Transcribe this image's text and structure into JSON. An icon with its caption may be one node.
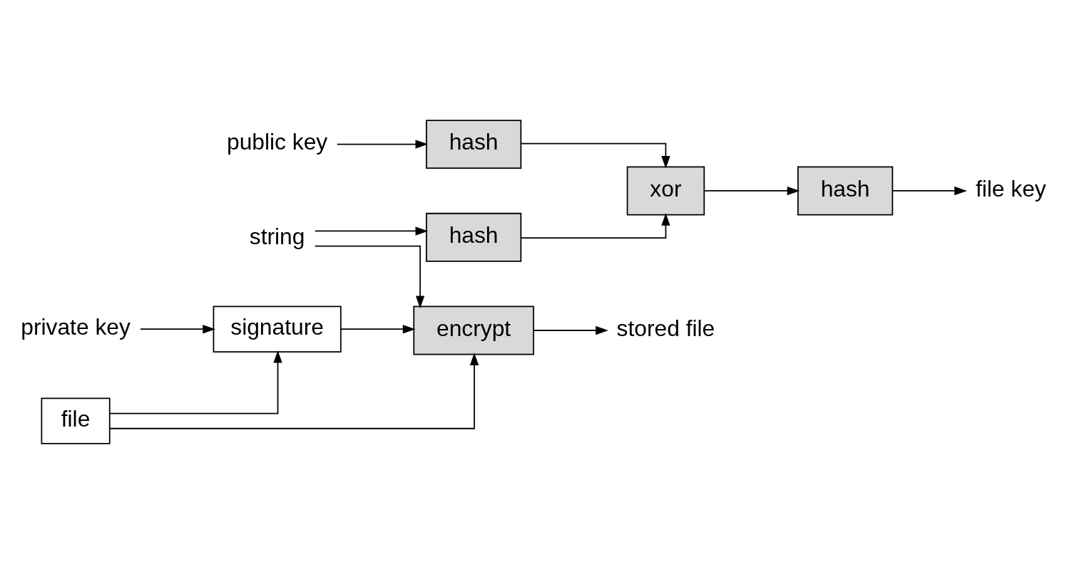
{
  "diagram": {
    "nodes": [
      {
        "text": [
          "public key"
        ]
      },
      {
        "text": [
          "hash"
        ]
      },
      {
        "text": [
          "string"
        ]
      },
      {
        "text": [
          "hash"
        ]
      },
      {
        "text": [
          "xor"
        ]
      },
      {
        "text": [
          "hash"
        ]
      },
      {
        "text": [
          "file key"
        ]
      },
      {
        "text": [
          "stored file"
        ]
      },
      {
        "text": [
          "private key"
        ]
      },
      {
        "text": [
          "file"
        ]
      },
      {
        "text": [
          "signature"
        ]
      },
      {
        "text": [
          "encrypt"
        ]
      }
    ],
    "edges": [
      {
        "from": 0,
        "to": 1,
        "arrow": "to"
      },
      {
        "from": 2,
        "to": 3,
        "arrow": "to"
      },
      {
        "from": 1,
        "to": 4,
        "arrow": "to"
      },
      {
        "from": 3,
        "to": 4,
        "arrow": "to"
      },
      {
        "from": 4,
        "to": 5,
        "arrow": "to"
      },
      {
        "from": 5,
        "to": 6,
        "arrow": "to"
      },
      {
        "from": 2,
        "to": 11,
        "arrow": "to"
      },
      {
        "from": 8,
        "to": 10,
        "arrow": "to"
      },
      {
        "from": 9,
        "to": 10,
        "arrow": "to"
      },
      {
        "from": 9,
        "to": 11,
        "arrow": "to"
      },
      {
        "from": 10,
        "to": 11,
        "arrow": "to"
      },
      {
        "from": 11,
        "to": 7,
        "arrow": "to"
      }
    ]
  }
}
